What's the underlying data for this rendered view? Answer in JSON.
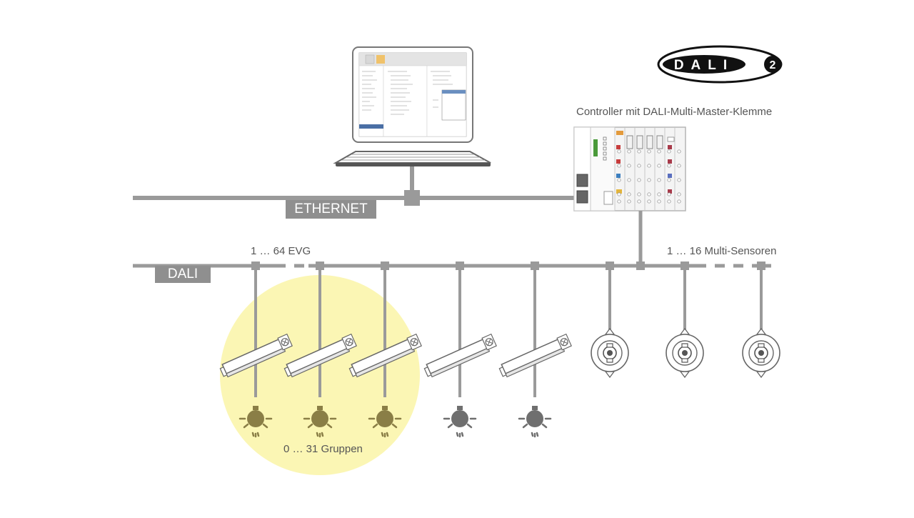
{
  "diagram": {
    "controller_label": "Controller mit DALI-Multi-Master-Klemme",
    "ethernet_label": "ETHERNET",
    "dali_bus_label": "DALI",
    "ecg_range_label": "1 … 64 EVG",
    "sensor_range_label": "1 … 16 Multi-Sensoren",
    "groups_label": "0 … 31 Gruppen",
    "logo_text": "DALI",
    "logo_version": "2"
  },
  "colors": {
    "line": "#9a9a9a",
    "tag_bg": "#8f8f8f",
    "group_highlight": "#fbf6b4",
    "lamp_in_group": "#8a7e46",
    "lamp_default": "#6f6f6f"
  },
  "devices": {
    "ecg_count": 5,
    "ecg_in_group": 3,
    "sensor_count": 3
  }
}
